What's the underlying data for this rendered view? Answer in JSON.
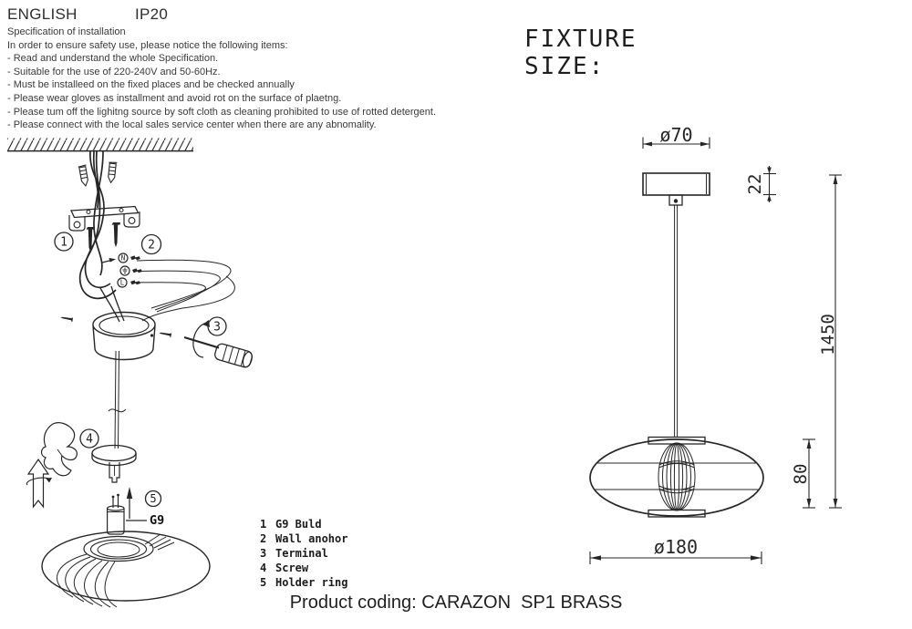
{
  "colors": {
    "ink": "#262626",
    "paper": "#ffffff"
  },
  "header": {
    "language": "ENGLISH",
    "ip_rating": "IP20"
  },
  "spec": {
    "title": "Specification of installation",
    "intro": "In order to ensure safety use, please notice the following items:",
    "items": [
      "- Read and understand the whole Specification.",
      "- Suitable for the use of 220-240V and 50-60Hz.",
      "- Must be installeed on the fixed places and be checked annually",
      "- Please wear gloves as installment and avoid rot on the surface of plaetng.",
      "- Please tum off the lighitng source by soft cloth as cleaning prohibited to use of rotted detergent.",
      "- Please connect with the local sales service center when there are any abnomality."
    ]
  },
  "fixture": {
    "heading": "FIXTURE\nSIZE:",
    "dimensions": {
      "canopy_diameter": "ø70",
      "canopy_height": "22",
      "drop_length": "1450",
      "shade_height": "80",
      "shade_diameter": "ø180"
    }
  },
  "steps": [
    "1",
    "2",
    "3",
    "4",
    "5"
  ],
  "wiring": {
    "neutral": "N",
    "live": "L"
  },
  "bulb_label": "G9",
  "parts_list": [
    {
      "num": "1",
      "name": "G9 Buld"
    },
    {
      "num": "2",
      "name": "Wall anohor"
    },
    {
      "num": "3",
      "name": "Terminal"
    },
    {
      "num": "4",
      "name": "Screw"
    },
    {
      "num": "5",
      "name": "Holder ring"
    }
  ],
  "footer": {
    "product_coding": "Product coding: CARAZON  SP1 BRASS"
  }
}
